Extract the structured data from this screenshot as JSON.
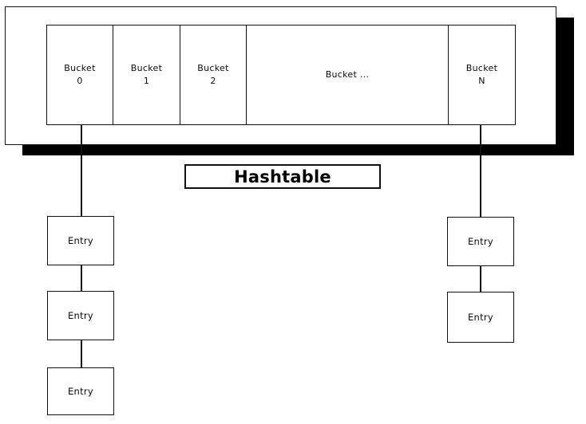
{
  "diagram": {
    "title": "Hashtable",
    "caption_label": "Hashtable",
    "table": {
      "buckets": [
        {
          "name": "Bucket",
          "index": "0"
        },
        {
          "name": "Bucket",
          "index": "1"
        },
        {
          "name": "Bucket",
          "index": "2"
        },
        {
          "name": "Bucket ...",
          "index": ""
        },
        {
          "name": "Bucket",
          "index": "N"
        }
      ]
    },
    "chains": [
      {
        "bucket": "0",
        "entries": [
          {
            "label": "Entry"
          },
          {
            "label": "Entry"
          },
          {
            "label": "Entry"
          }
        ]
      },
      {
        "bucket": "N",
        "entries": [
          {
            "label": "Entry"
          },
          {
            "label": "Entry"
          }
        ]
      }
    ],
    "colors": {
      "stroke": "#111111",
      "fill": "#ffffff",
      "shadow": "#000000",
      "background": "#ffffff"
    }
  }
}
